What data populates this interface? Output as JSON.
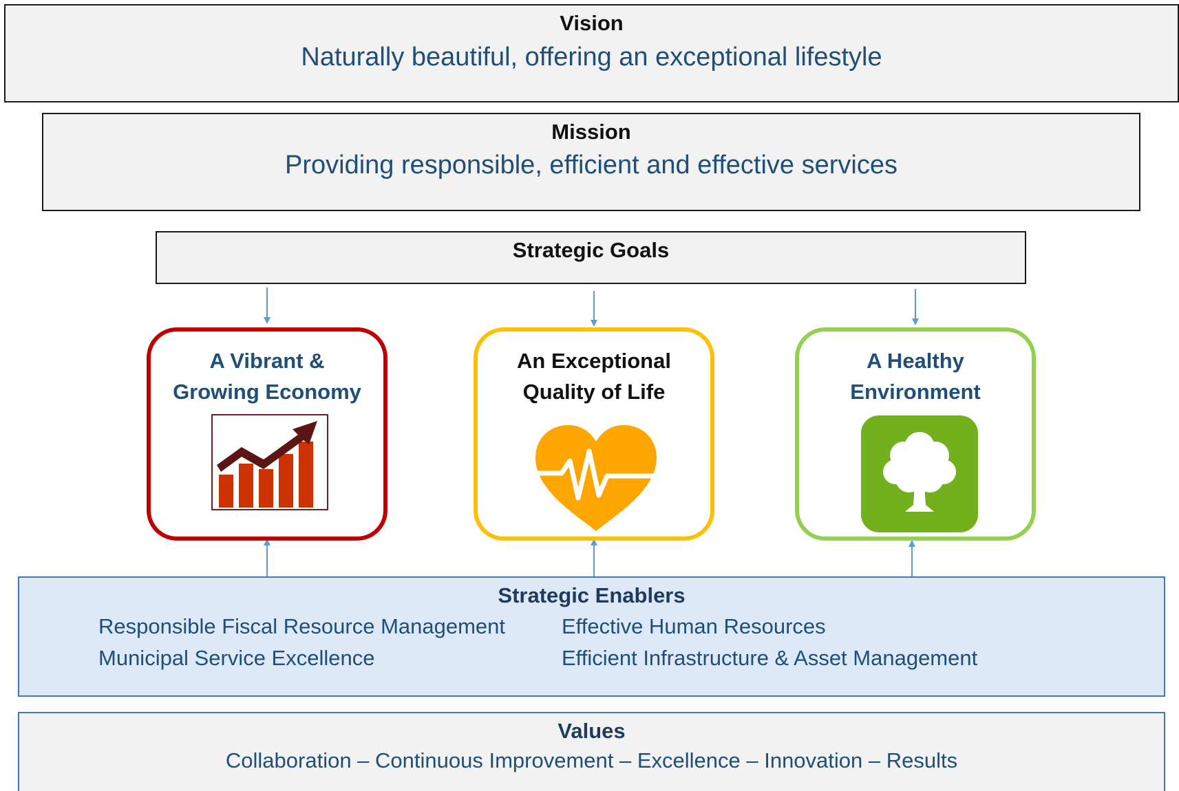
{
  "vision": {
    "heading": "Vision",
    "statement": "Naturally beautiful, offering an exceptional lifestyle"
  },
  "mission": {
    "heading": "Mission",
    "statement": "Providing responsible, efficient and effective services"
  },
  "strategic_goals": {
    "heading": "Strategic Goals",
    "goals": [
      {
        "title_line1": "A Vibrant &",
        "title_line2": "Growing Economy",
        "icon": "rising-bar-chart-icon",
        "border_color": "#c00000",
        "title_color": "#1f4e79"
      },
      {
        "title_line1": "An Exceptional",
        "title_line2": "Quality of Life",
        "icon": "heartbeat-icon",
        "border_color": "#ffc000",
        "title_color": "#111111"
      },
      {
        "title_line1": "A Healthy",
        "title_line2": "Environment",
        "icon": "tree-icon",
        "border_color": "#92d050",
        "title_color": "#1f4e79"
      }
    ]
  },
  "strategic_enablers": {
    "heading": "Strategic Enablers",
    "items": [
      "Responsible Fiscal Resource Management",
      "Effective Human Resources",
      "Municipal Service Excellence",
      "Efficient Infrastructure & Asset Management"
    ]
  },
  "values": {
    "heading": "Values",
    "list": "Collaboration – Continuous Improvement – Excellence – Innovation – Results"
  },
  "colors": {
    "heading_text": "#111111",
    "statement_text": "#1f4e79",
    "connector_arrow": "#5b9bd5",
    "enablers_fill": "#dde9f6",
    "panel_fill": "#f2f2f2"
  }
}
